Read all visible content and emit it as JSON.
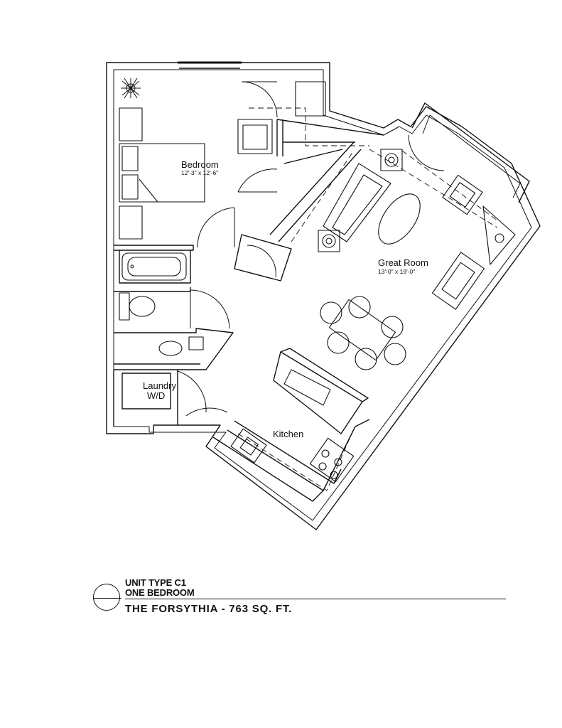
{
  "rooms": {
    "bedroom": {
      "name": "Bedroom",
      "dims": "12'-3\" x 12'-6\""
    },
    "great_room": {
      "name": "Great Room",
      "dims": "13'-0\" x 19'-0\""
    },
    "laundry": {
      "name": "Laundry",
      "sub": "W/D"
    },
    "kitchen": {
      "name": "Kitchen"
    }
  },
  "title_block": {
    "unit_type": "UNIT TYPE C1",
    "bedrooms": "ONE BEDROOM",
    "title": "THE FORSYTHIA - 763 SQ. FT."
  }
}
